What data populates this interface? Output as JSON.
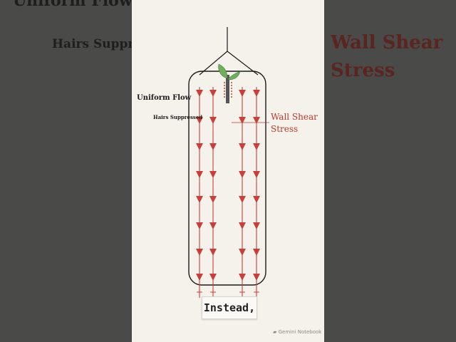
{
  "background": {
    "top_left_text": "Uniform Flow",
    "left_text": "Hairs Suppr",
    "right_line1": "Wall Shear",
    "right_line2": "Stress"
  },
  "diagram": {
    "label_uniform_flow": "Uniform Flow",
    "label_hairs_suppressed": "Hairs Suppressed",
    "label_wall_shear_line1": "Wall Shear",
    "label_wall_shear_line2": "Stress",
    "arrow_color": "#c8403c",
    "outline_color": "#1a1a1a",
    "leaf_color": "#6fae5a",
    "wall_label_color": "#b83a30"
  },
  "caption": "Instead,",
  "watermark": "Gemini Notebook"
}
